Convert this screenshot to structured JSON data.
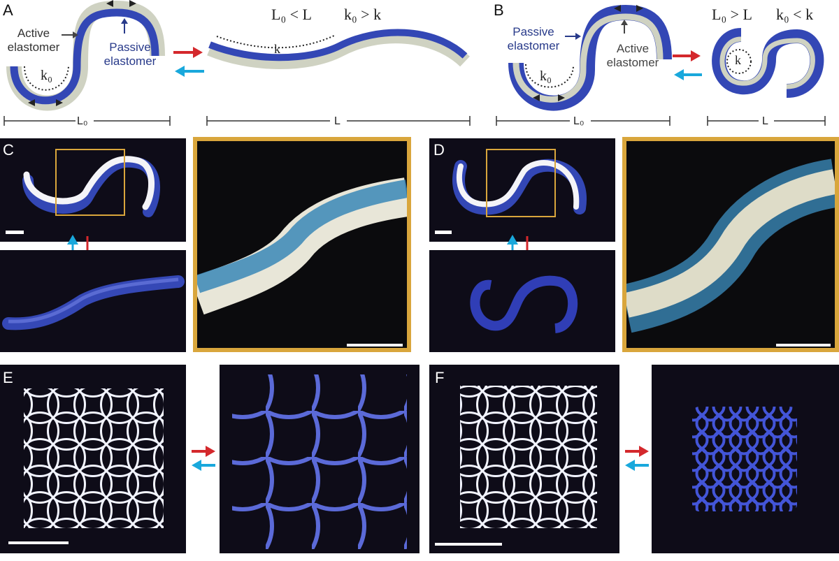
{
  "panels": {
    "A": {
      "letter": "A",
      "active_label": "Active\nelastomer",
      "passive_label": "Passive\nelastomer",
      "k0": "k₀",
      "k": "k",
      "relation_length": "L₀ < L",
      "relation_curvature": "k₀ > k",
      "scale_left": "L₀",
      "scale_right": "L"
    },
    "B": {
      "letter": "B",
      "passive_label": "Passive\nelastomer",
      "active_label": "Active\nelastomer",
      "k0": "k₀",
      "k": "k",
      "relation_length": "L₀ > L",
      "relation_curvature": "k₀ < k",
      "scale_left": "L₀",
      "scale_right": "L"
    },
    "C": {
      "letter": "C"
    },
    "D": {
      "letter": "D"
    },
    "E": {
      "letter": "E"
    },
    "F": {
      "letter": "F"
    }
  },
  "colors": {
    "passive_blue": "#3347b5",
    "active_gray": "#cfd2c2",
    "stimulus_red": "#d4282c",
    "reverse_cyan": "#19a8dc",
    "zoom_frame": "#d9a63c",
    "dark_background": "#0e0c18"
  }
}
